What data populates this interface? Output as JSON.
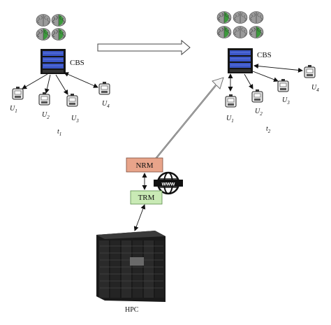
{
  "left_cluster": {
    "server_label": "CBS",
    "users": [
      {
        "base": "U",
        "sub": "1"
      },
      {
        "base": "U",
        "sub": "2"
      },
      {
        "base": "U",
        "sub": "3"
      },
      {
        "base": "U",
        "sub": "4"
      }
    ],
    "time": {
      "base": "t",
      "sub": "1"
    }
  },
  "right_cluster": {
    "server_label": "CBS",
    "users": [
      {
        "base": "U",
        "sub": "1"
      },
      {
        "base": "U",
        "sub": "2"
      },
      {
        "base": "U",
        "sub": "3"
      },
      {
        "base": "U",
        "sub": "4"
      }
    ],
    "time": {
      "base": "t",
      "sub": "2"
    }
  },
  "nrm_label": "NRM",
  "trm_label": "TRM",
  "hpc_label": "HPC",
  "colors": {
    "nrm_fill": "#e8a48a",
    "trm_fill": "#c9eab5",
    "server_blue": "#3b56c8",
    "brain_green": "#3c9a3c",
    "brain_grey": "#8c8c8c"
  }
}
